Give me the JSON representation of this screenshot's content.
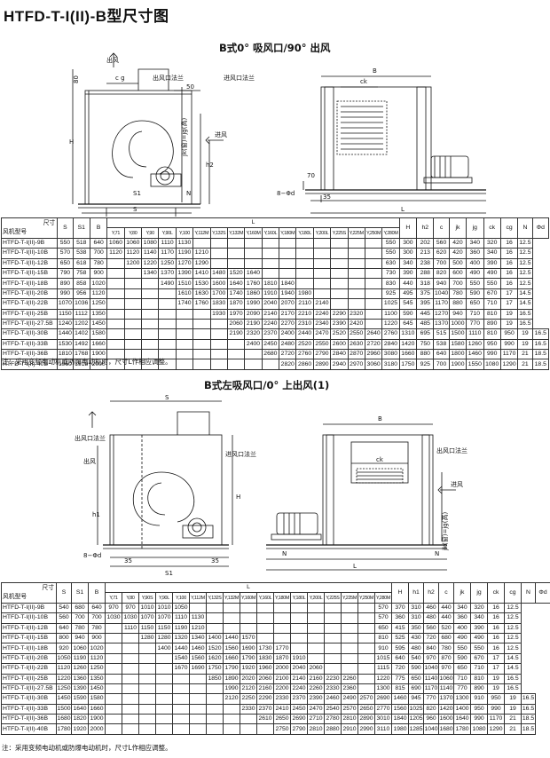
{
  "title": "HTFD-T-I(II)-B型尺寸图",
  "section1": {
    "title": "B式0° 吸风口/90° 出风",
    "labels": {
      "out_air": "出风",
      "in_air": "进风",
      "out_flange": "出风口法兰",
      "in_flange": "进风口法兰",
      "dim_80": "80",
      "dim_50": "50",
      "cg": "c g",
      "H": "H",
      "h2": "h2",
      "jk_jg": "jk(窗)=jg(高)",
      "S1": "S1",
      "N": "N",
      "S": "S",
      "B": "B",
      "ck": "ck",
      "dim_70": "70",
      "dim_35": "35",
      "L": "L",
      "bolt": "8−Φd"
    }
  },
  "section2": {
    "title": "B式左吸风口/0° 上出风(1)",
    "labels": {
      "S": "S",
      "out_flange": "出风口法兰",
      "out_air": "出风",
      "in_flange": "进风口法兰",
      "in_air": "进风",
      "H": "H",
      "h1": "h1",
      "bolt": "8−Φd",
      "dim_35": "35",
      "S1": "S1",
      "B": "B",
      "ck": "ck",
      "jk_jg": "jk(窗)=jg(高)",
      "N": "N",
      "L": "L"
    }
  },
  "table1": {
    "corner_top": "尺寸",
    "corner_bottom": "风机型号",
    "L_label": "L",
    "headers": [
      "S",
      "S1",
      "B",
      "Y,71",
      "Y,80",
      "Y,90",
      "Y,90L",
      "Y,100",
      "Y,112M",
      "Y,132S",
      "Y,132M",
      "Y,160M",
      "Y,160L",
      "Y,180M",
      "Y,180L",
      "Y,200L",
      "Y,225S",
      "Y,225M",
      "Y,250M",
      "Y,280M",
      "H",
      "h2",
      "c",
      "jk",
      "jg",
      "ck",
      "cg",
      "N",
      "Φd"
    ],
    "rows": [
      [
        "HTFD-T-I(II)-9B",
        "550",
        "518",
        "640",
        "1060",
        "1060",
        "1080",
        "1110",
        "1130",
        "",
        "",
        "",
        "",
        "",
        "",
        "",
        "",
        "",
        "",
        "",
        "550",
        "300",
        "202",
        "560",
        "420",
        "340",
        "320",
        "16",
        "12.5"
      ],
      [
        "HTFD-T-I(II)-10B",
        "570",
        "538",
        "700",
        "1120",
        "1120",
        "1140",
        "1170",
        "1190",
        "1210",
        "",
        "",
        "",
        "",
        "",
        "",
        "",
        "",
        "",
        "",
        "550",
        "300",
        "213",
        "620",
        "420",
        "360",
        "340",
        "16",
        "12.5"
      ],
      [
        "HTFD-T-I(II)-12B",
        "650",
        "618",
        "780",
        "",
        "1200",
        "1220",
        "1250",
        "1270",
        "1290",
        "",
        "",
        "",
        "",
        "",
        "",
        "",
        "",
        "",
        "",
        "630",
        "340",
        "238",
        "700",
        "500",
        "400",
        "390",
        "16",
        "12.5"
      ],
      [
        "HTFD-T-I(II)-15B",
        "790",
        "758",
        "900",
        "",
        "",
        "1340",
        "1370",
        "1390",
        "1410",
        "1480",
        "1520",
        "1640",
        "",
        "",
        "",
        "",
        "",
        "",
        "",
        "730",
        "390",
        "288",
        "820",
        "600",
        "490",
        "490",
        "16",
        "12.5"
      ],
      [
        "HTFD-T-I(II)-18B",
        "890",
        "858",
        "1020",
        "",
        "",
        "",
        "1490",
        "1510",
        "1530",
        "1600",
        "1640",
        "1760",
        "1810",
        "1840",
        "",
        "",
        "",
        "",
        "",
        "830",
        "440",
        "318",
        "940",
        "700",
        "550",
        "550",
        "16",
        "12.5"
      ],
      [
        "HTFD-T-I(II)-20B",
        "990",
        "956",
        "1120",
        "",
        "",
        "",
        "",
        "1610",
        "1630",
        "1700",
        "1740",
        "1860",
        "1910",
        "1940",
        "1980",
        "",
        "",
        "",
        "",
        "925",
        "495",
        "375",
        "1040",
        "780",
        "590",
        "670",
        "17",
        "14.5"
      ],
      [
        "HTFD-T-I(II)-22B",
        "1070",
        "1036",
        "1250",
        "",
        "",
        "",
        "",
        "1740",
        "1760",
        "1830",
        "1870",
        "1990",
        "2040",
        "2070",
        "2110",
        "2140",
        "",
        "",
        "",
        "1025",
        "545",
        "395",
        "1170",
        "880",
        "650",
        "710",
        "17",
        "14.5"
      ],
      [
        "HTFD-T-I(II)-25B",
        "1150",
        "1112",
        "1350",
        "",
        "",
        "",
        "",
        "",
        "",
        "1930",
        "1970",
        "2090",
        "2140",
        "2170",
        "2210",
        "2240",
        "2290",
        "2320",
        "",
        "1100",
        "590",
        "445",
        "1270",
        "940",
        "710",
        "810",
        "19",
        "16.5"
      ],
      [
        "HTFD-T-I(II)-27.5B",
        "1240",
        "1202",
        "1450",
        "",
        "",
        "",
        "",
        "",
        "",
        "",
        "2060",
        "2190",
        "2240",
        "2270",
        "2310",
        "2340",
        "2390",
        "2420",
        "",
        "1220",
        "645",
        "485",
        "1370",
        "1000",
        "770",
        "890",
        "19",
        "16.5"
      ],
      [
        "HTFD-T-I(II)-30B",
        "1440",
        "1402",
        "1580",
        "",
        "",
        "",
        "",
        "",
        "",
        "",
        "2190",
        "2320",
        "2370",
        "2400",
        "2440",
        "2470",
        "2520",
        "2550",
        "2640",
        "2760",
        "1310",
        "695",
        "515",
        "1500",
        "1110",
        "810",
        "950",
        "19",
        "16.5"
      ],
      [
        "HTFD-T-I(II)-33B",
        "1530",
        "1492",
        "1660",
        "",
        "",
        "",
        "",
        "",
        "",
        "",
        "",
        "2400",
        "2450",
        "2480",
        "2520",
        "2550",
        "2600",
        "2630",
        "2720",
        "2840",
        "1420",
        "750",
        "538",
        "1580",
        "1260",
        "950",
        "990",
        "19",
        "16.5"
      ],
      [
        "HTFD-T-I(II)-36B",
        "1810",
        "1768",
        "1900",
        "",
        "",
        "",
        "",
        "",
        "",
        "",
        "",
        "",
        "2680",
        "2720",
        "2760",
        "2790",
        "2840",
        "2870",
        "2960",
        "3080",
        "1660",
        "880",
        "640",
        "1800",
        "1460",
        "990",
        "1170",
        "21",
        "18.5"
      ],
      [
        "HTFD-T-I(II)-40B",
        "1960",
        "1918",
        "2000",
        "",
        "",
        "",
        "",
        "",
        "",
        "",
        "",
        "",
        "",
        "2820",
        "2860",
        "2890",
        "2940",
        "2970",
        "3060",
        "3180",
        "1750",
        "925",
        "700",
        "1900",
        "1550",
        "1080",
        "1290",
        "21",
        "18.5"
      ]
    ],
    "note": "注：采用变频电动机或防爆电动机时，尺寸L作相应调整。"
  },
  "table2": {
    "corner_top": "尺寸",
    "corner_bottom": "风机型号",
    "L_label": "L",
    "headers": [
      "S",
      "S1",
      "B",
      "Y,71",
      "Y,80",
      "Y,90S",
      "Y,90L",
      "Y,100",
      "Y,112M",
      "Y,132S",
      "Y,132M",
      "Y,160M",
      "Y,160L",
      "Y,180M",
      "Y,180L",
      "Y,200L",
      "Y,225S",
      "Y,225M",
      "Y,250M",
      "Y,280M",
      "H",
      "h1",
      "h2",
      "c",
      "jk",
      "jg",
      "ck",
      "cg",
      "N",
      "Φd"
    ],
    "rows": [
      [
        "HTFD-T-I(II)-9B",
        "540",
        "680",
        "640",
        "970",
        "970",
        "1010",
        "1010",
        "1050",
        "",
        "",
        "",
        "",
        "",
        "",
        "",
        "",
        "",
        "",
        "",
        "570",
        "370",
        "310",
        "460",
        "440",
        "340",
        "320",
        "16",
        "12.5"
      ],
      [
        "HTFD-T-I(II)-10B",
        "560",
        "700",
        "700",
        "1030",
        "1030",
        "1070",
        "1070",
        "1110",
        "1130",
        "",
        "",
        "",
        "",
        "",
        "",
        "",
        "",
        "",
        "",
        "570",
        "360",
        "310",
        "480",
        "440",
        "360",
        "340",
        "16",
        "12.5"
      ],
      [
        "HTFD-T-I(II)-12B",
        "640",
        "780",
        "780",
        "",
        "1110",
        "1150",
        "1150",
        "1190",
        "1210",
        "",
        "",
        "",
        "",
        "",
        "",
        "",
        "",
        "",
        "",
        "650",
        "415",
        "350",
        "560",
        "520",
        "400",
        "390",
        "16",
        "12.5"
      ],
      [
        "HTFD-T-I(II)-15B",
        "800",
        "940",
        "900",
        "",
        "",
        "1280",
        "1280",
        "1320",
        "1340",
        "1400",
        "1440",
        "1570",
        "",
        "",
        "",
        "",
        "",
        "",
        "",
        "810",
        "525",
        "430",
        "720",
        "680",
        "490",
        "490",
        "16",
        "12.5"
      ],
      [
        "HTFD-T-I(II)-18B",
        "920",
        "1060",
        "1020",
        "",
        "",
        "",
        "1400",
        "1440",
        "1460",
        "1520",
        "1560",
        "1690",
        "1730",
        "1770",
        "",
        "",
        "",
        "",
        "",
        "910",
        "595",
        "480",
        "840",
        "780",
        "550",
        "550",
        "16",
        "12.5"
      ],
      [
        "HTFD-T-I(II)-20B",
        "1050",
        "1190",
        "1120",
        "",
        "",
        "",
        "",
        "1540",
        "1560",
        "1620",
        "1660",
        "1790",
        "1830",
        "1870",
        "1910",
        "",
        "",
        "",
        "",
        "1015",
        "640",
        "540",
        "970",
        "870",
        "590",
        "670",
        "17",
        "14.5"
      ],
      [
        "HTFD-T-I(II)-22B",
        "1120",
        "1260",
        "1250",
        "",
        "",
        "",
        "",
        "1670",
        "1690",
        "1750",
        "1790",
        "1920",
        "1960",
        "2000",
        "2040",
        "2060",
        "",
        "",
        "",
        "1115",
        "720",
        "590",
        "1040",
        "970",
        "650",
        "710",
        "17",
        "14.5"
      ],
      [
        "HTFD-T-I(II)-25B",
        "1220",
        "1360",
        "1350",
        "",
        "",
        "",
        "",
        "",
        "",
        "1850",
        "1890",
        "2020",
        "2060",
        "2100",
        "2140",
        "2160",
        "2230",
        "2260",
        "",
        "1220",
        "775",
        "650",
        "1140",
        "1060",
        "710",
        "810",
        "19",
        "16.5"
      ],
      [
        "HTFD-T-I(II)-27.5B",
        "1250",
        "1390",
        "1450",
        "",
        "",
        "",
        "",
        "",
        "",
        "",
        "1990",
        "2120",
        "2160",
        "2200",
        "2240",
        "2260",
        "2330",
        "2360",
        "",
        "1300",
        "815",
        "690",
        "1170",
        "1140",
        "770",
        "890",
        "19",
        "16.5"
      ],
      [
        "HTFD-T-I(II)-30B",
        "1450",
        "1590",
        "1580",
        "",
        "",
        "",
        "",
        "",
        "",
        "",
        "2120",
        "2250",
        "2290",
        "2330",
        "2370",
        "2390",
        "2460",
        "2490",
        "2570",
        "2690",
        "1460",
        "945",
        "770",
        "1370",
        "1300",
        "910",
        "950",
        "19",
        "16.5"
      ],
      [
        "HTFD-T-I(II)-33B",
        "1500",
        "1640",
        "1660",
        "",
        "",
        "",
        "",
        "",
        "",
        "",
        "",
        "2330",
        "2370",
        "2410",
        "2450",
        "2470",
        "2540",
        "2570",
        "2650",
        "2770",
        "1560",
        "1025",
        "820",
        "1420",
        "1400",
        "950",
        "990",
        "19",
        "16.5"
      ],
      [
        "HTFD-T-I(II)-36B",
        "1680",
        "1820",
        "1900",
        "",
        "",
        "",
        "",
        "",
        "",
        "",
        "",
        "",
        "2610",
        "2650",
        "2690",
        "2710",
        "2780",
        "2810",
        "2890",
        "3010",
        "1840",
        "1205",
        "960",
        "1600",
        "1640",
        "990",
        "1170",
        "21",
        "18.5"
      ],
      [
        "HTFD-T-I(II)-40B",
        "1780",
        "1920",
        "2000",
        "",
        "",
        "",
        "",
        "",
        "",
        "",
        "",
        "",
        "",
        "2750",
        "2790",
        "2810",
        "2880",
        "2910",
        "2990",
        "3110",
        "1980",
        "1285",
        "1040",
        "1680",
        "1780",
        "1080",
        "1290",
        "21",
        "18.5"
      ]
    ],
    "note": "注：采用变频电动机或防爆电动机时，尺寸L作相应调整。"
  }
}
